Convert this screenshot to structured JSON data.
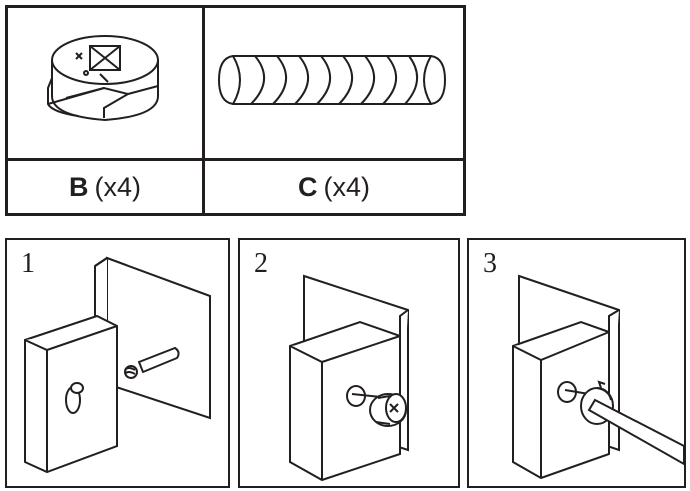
{
  "parts": [
    {
      "letter": "B",
      "qty": "(x4)",
      "icon": "cam-lock-fitting"
    },
    {
      "letter": "C",
      "qty": "(x4)",
      "icon": "wooden-dowel"
    }
  ],
  "steps": [
    {
      "number": "1",
      "icon": "insert-dowel-illustration"
    },
    {
      "number": "2",
      "icon": "insert-cam-lock-illustration"
    },
    {
      "number": "3",
      "icon": "tighten-with-screwdriver-illustration"
    }
  ]
}
